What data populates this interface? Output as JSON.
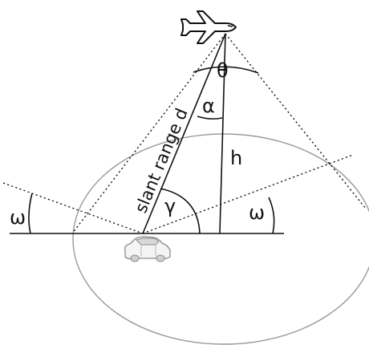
{
  "labels": {
    "theta": "θ",
    "alpha": "α",
    "h": "h",
    "slant_range": "slant range d",
    "gamma": "γ",
    "omega_left": "ω",
    "omega_right": "ω"
  },
  "icons": {
    "aircraft": "airplane-icon",
    "vehicle": "car-icon"
  },
  "colors": {
    "ink": "#111111",
    "ellipse": "#9a9a9a"
  }
}
